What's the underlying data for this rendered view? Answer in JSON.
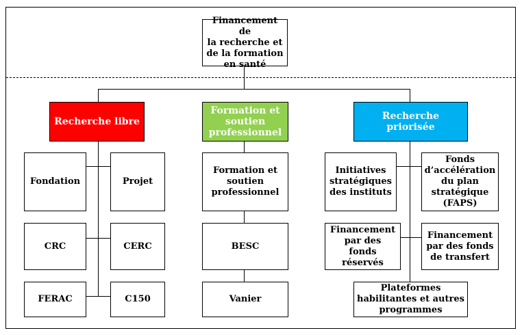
{
  "root": "Financement de\nla recherche et\nde la formation\nen santé",
  "categories": {
    "libre": "Recherche libre",
    "formation": "Formation et\nsoutien\nprofessionnel",
    "priorisee": "Recherche priorisée"
  },
  "libre_items": {
    "fondation": "Fondation",
    "projet": "Projet",
    "crc": "CRC",
    "cerc": "CERC",
    "ferac": "FERAC",
    "c150": "C150"
  },
  "formation_items": {
    "formation": "Formation et\nsoutien\nprofessionnel",
    "besc": "BESC",
    "vanier": "Vanier"
  },
  "priorisee_items": {
    "initiatives": "Initiatives\nstratégiques\ndes instituts",
    "faps": "Fonds\nd’accélération\ndu plan\nstratégique\n(FAPS)",
    "reserves": "Financement\npar des\nfonds\nréservés",
    "transfert": "Financement\npar des fonds\nde transfert",
    "plateformes": "Plateformes\nhabilitantes et autres\nprogrammes"
  },
  "colors": {
    "libre": "#ff0000",
    "formation": "#92d050",
    "priorisee": "#00b0f0"
  }
}
